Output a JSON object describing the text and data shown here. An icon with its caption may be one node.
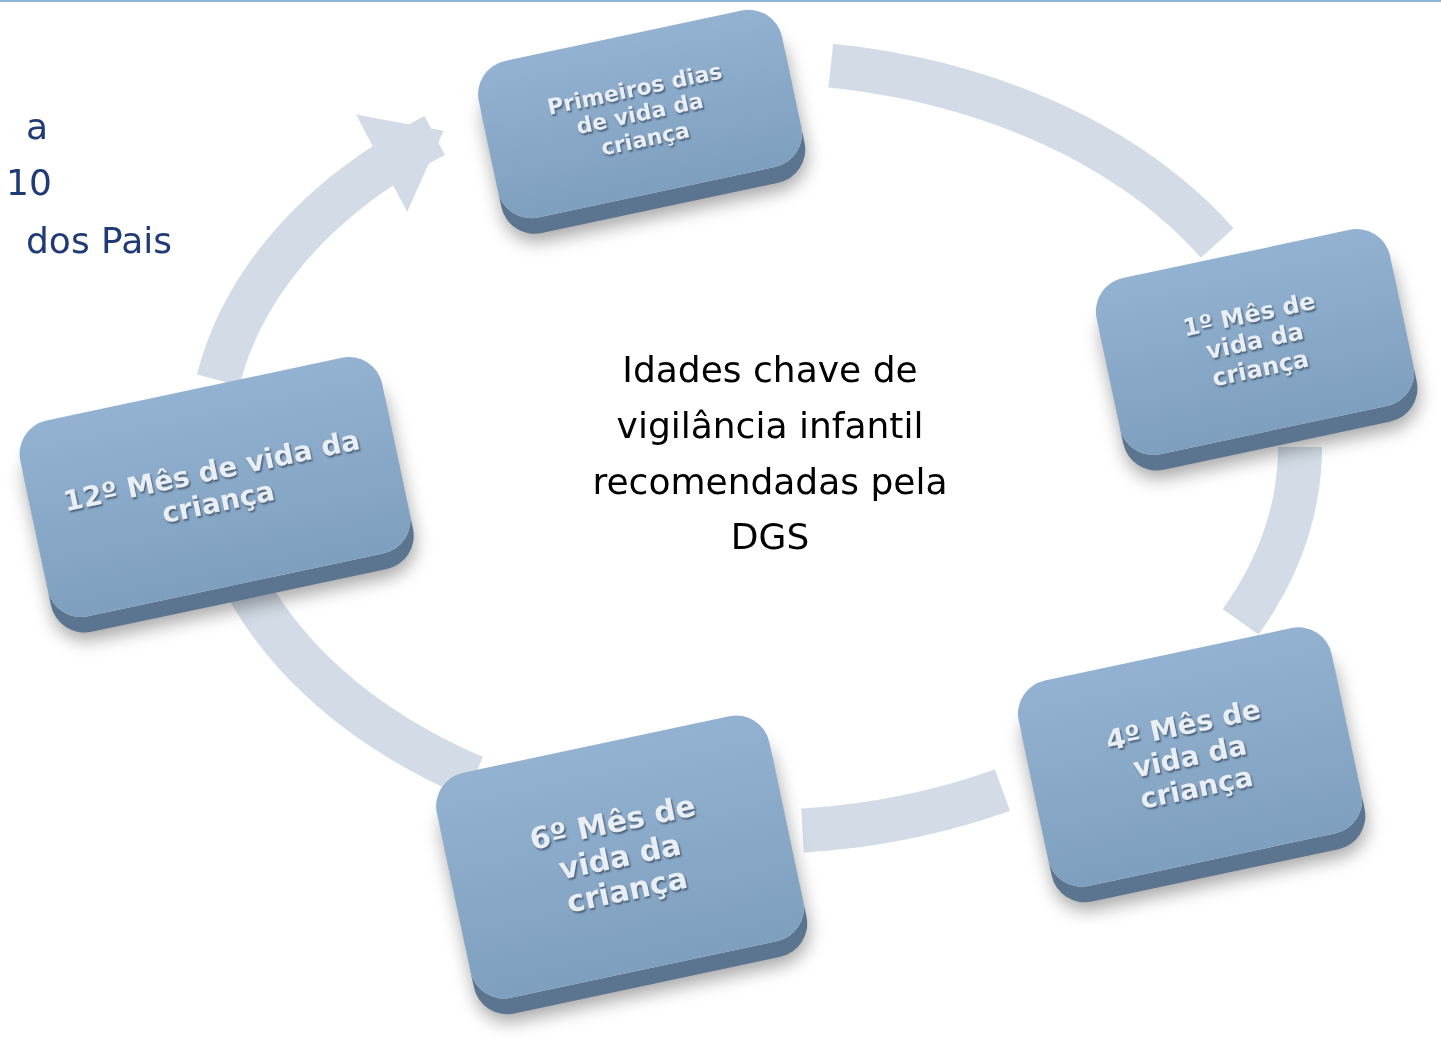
{
  "diagram": {
    "nodes": [
      {
        "text": [
          "Primeiros dias de vida da criança"
        ]
      },
      {
        "text": [
          "1º Mês de vida da criança"
        ]
      },
      {
        "text": [
          "4º Mês de vida da criança"
        ]
      },
      {
        "text": [
          "6º Mês de vida da criança"
        ]
      },
      {
        "text": [
          "12º Mês de vida da criança"
        ]
      }
    ],
    "edges": [
      {
        "from": 0,
        "to": 1,
        "arrow": "none"
      },
      {
        "from": 1,
        "to": 2,
        "arrow": "none"
      },
      {
        "from": 2,
        "to": 3,
        "arrow": "none"
      },
      {
        "from": 3,
        "to": 4,
        "arrow": "none"
      },
      {
        "from": 4,
        "to": 0,
        "arrow": "to"
      }
    ],
    "labels": [
      "a",
      "10",
      "dos Pais",
      "Idades chave de vigilância infantil recomendadas pela DGS"
    ]
  }
}
